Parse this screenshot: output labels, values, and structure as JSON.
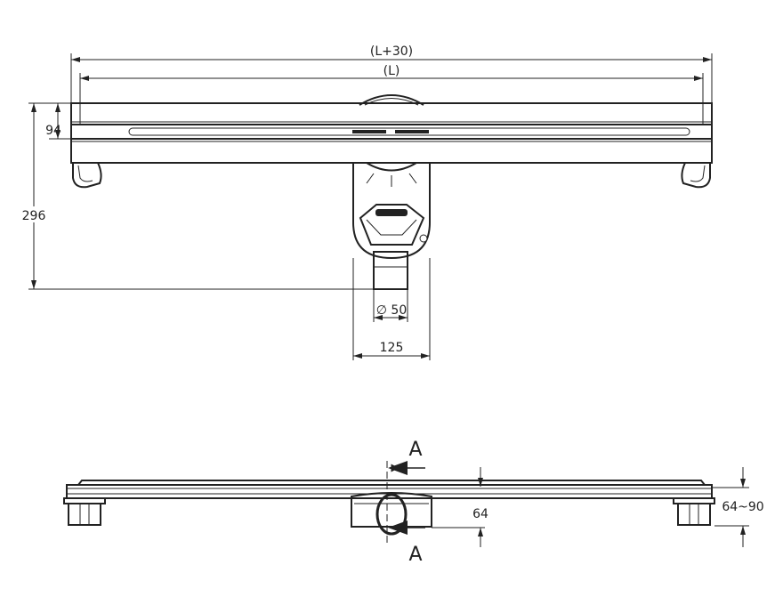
{
  "title": "Linear shower drain dimension drawing",
  "top_view": {
    "dim_overall": "(L+30)",
    "dim_length": "(L)",
    "dim_frame_height": "94",
    "dim_total_depth": "296",
    "dim_outlet_diameter": "∅ 50",
    "dim_trap_width": "125"
  },
  "side_view": {
    "section_label_top": "A",
    "section_label_bottom": "A",
    "dim_trap_height": "64",
    "dim_foot_adjust": "64~90"
  }
}
